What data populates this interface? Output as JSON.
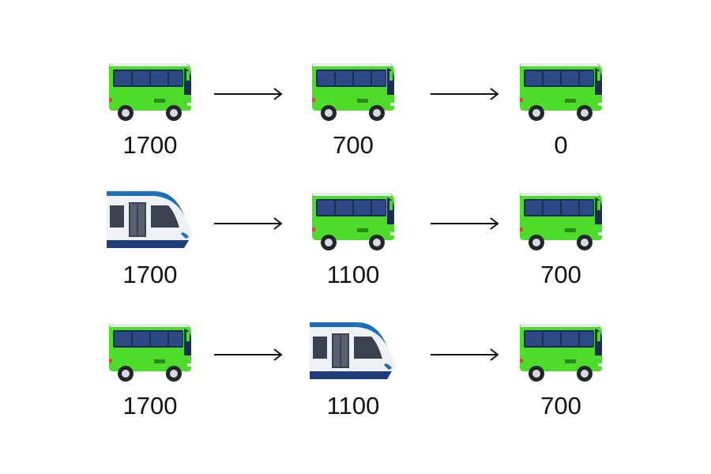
{
  "rows": [
    {
      "steps": [
        {
          "vehicle": "bus",
          "value": "1700"
        },
        {
          "vehicle": "bus",
          "value": "700"
        },
        {
          "vehicle": "bus",
          "value": "0"
        }
      ]
    },
    {
      "steps": [
        {
          "vehicle": "train",
          "value": "1700"
        },
        {
          "vehicle": "bus",
          "value": "1100"
        },
        {
          "vehicle": "bus",
          "value": "700"
        }
      ]
    },
    {
      "steps": [
        {
          "vehicle": "bus",
          "value": "1700"
        },
        {
          "vehicle": "train",
          "value": "1100"
        },
        {
          "vehicle": "bus",
          "value": "700"
        }
      ]
    }
  ],
  "colors": {
    "bus_body": "#4ddc2a",
    "bus_window": "#1f3566",
    "train_body": "#eef1f5",
    "train_stripe": "#1e6fb8",
    "arrow": "#111111"
  }
}
